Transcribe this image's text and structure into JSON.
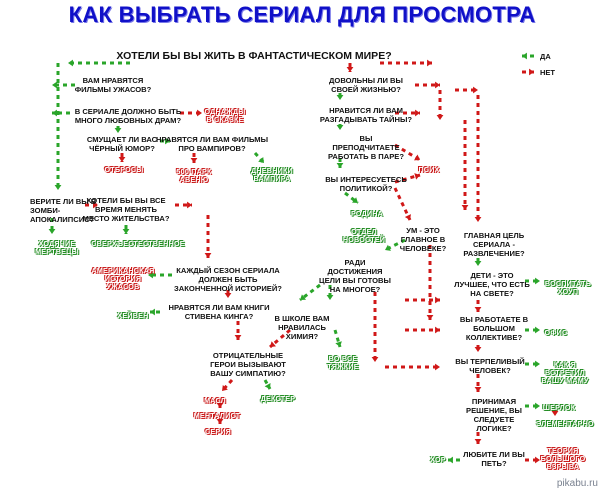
{
  "title": "КАК ВЫБРАТЬ СЕРИАЛ ДЛЯ ПРОСМОТРА",
  "legend": {
    "yes": "ДА",
    "no": "НЕТ",
    "yes_color": "#2aa52a",
    "no_color": "#d01818"
  },
  "questions": {
    "q1": "ХОТЕЛИ БЫ ВЫ ЖИТЬ В ФАНТАСТИЧЕСКОМ МИРЕ?",
    "q2": "ВАМ НРАВЯТСЯ\nФИЛЬМЫ УЖАСОВ?",
    "q3": "В СЕРИАЛЕ ДОЛЖНО БЫТЬ\nМНОГО ЛЮБОВНЫХ ДРАМ?",
    "q4": "СМУЩАЕТ ЛИ ВАС\nЧЁРНЫЙ ЮМОР?",
    "q5": "НРАВЯТСЯ ЛИ ВАМ ФИЛЬМЫ\nПРО ВАМПИРОВ?",
    "q6": "ВЕРИТЕ ЛИ ВЫ В\nЗОМБИ-\nАПОКАЛИПСИС?",
    "q7": "ХОТЕЛИ БЫ ВЫ ВСЕ\nВРЕМЯ МЕНЯТЬ\nМЕСТО ЖИТЕЛЬСТВА?",
    "q8": "КАЖДЫЙ СЕЗОН СЕРИАЛА\nДОЛЖЕН БЫТЬ\nЗАКОНЧЕННОЙ ИСТОРИЕЙ?",
    "q9": "НРАВЯТСЯ ЛИ ВАМ КНИГИ\nСТИВЕНА КИНГА?",
    "q10": "ДОВОЛЬНЫ ЛИ ВЫ\nСВОЕЙ ЖИЗНЬЮ?",
    "q11": "НРАВИТСЯ ЛИ ВАМ\nРАЗГАДЫВАТЬ ТАЙНЫ?",
    "q12": "ВЫ\nПРЕПОДЧИТАЕТЕ\nРАБОТАТЬ В ПАРЕ?",
    "q13": "ВЫ ИНТЕРЕСУЕТЕСЬ\nПОЛИТИКОЙ?",
    "q14": "УМ - ЭТО\nГЛАВНОЕ В\nЧЕЛОВЕКЕ?",
    "q15": "РАДИ\nДОСТИЖЕНИЯ\nЦЕЛИ ВЫ ГОТОВЫ\nНА МНОГОЕ?",
    "q16": "В ШКОЛЕ ВАМ\nНРАВИЛАСЬ\nХИМИЯ?",
    "q17": "ОТРИЦАТЕЛЬНЫЕ\nГЕРОИ ВЫЗЫВАЮТ\nВАШУ СИМПАТИЮ?",
    "q18": "ГЛАВНАЯ ЦЕЛЬ\nСЕРИАЛА -\nРАЗВЛЕЧЕНИЕ?",
    "q19": "ДЕТИ - ЭТО\nЛУЧШЕЕ, ЧТО ЕСТЬ\nНА СВЕТЕ?",
    "q20": "ВЫ РАБОТАЕТЕ В\nБОЛЬШОМ\nКОЛЛЕКТИВЕ?",
    "q21": "ВЫ ТЕРПЕЛИВЫЙ\nЧЕЛОВЕК?",
    "q22": "ПРИНИМАЯ\nРЕШЕНИЕ, ВЫ\nСЛЕДУЕТЕ\nЛОГИКЕ?",
    "q23": "ЛЮБИТЕ ЛИ ВЫ\nПЕТЬ?"
  },
  "answers": {
    "a1": "ОДНАЖДЫ\nВ СКАЗКЕ",
    "a2": "ОТБРОСЫ",
    "a3": "500 ПАРК\nАВЕНЮ",
    "a4": "ДНЕВНИКИ\nВАМПИРА",
    "a5": "ХОДЯЧИЕ\nМЕРТВЕЦЫ",
    "a6": "СВЕРХЪЕСТЕСТВЕННОЕ",
    "a7": "АМЕРИКАНСКАЯ\nИСТОРИЯ\nУЖАСОВ",
    "a8": "ХЕЙВЕН",
    "a9": "РОДИНА",
    "a10": "ОТДЕЛ\nНОВОСТЕЙ",
    "a11": "ПСИХ",
    "a12": "ВО ВСЕ\nТЯЖКИЕ",
    "a13": "ДЕКСТЕР",
    "a14": "МАСЛ",
    "a15": "МЕНТАЛИСТ",
    "a16": "СЕРИЯ",
    "a17": "ВОСПИТАТЬ\nХОУП",
    "a18": "ОФИС",
    "a19": "КАК Я\nВСТРЕТИЛ\nВАШУ МАМУ",
    "a20": "ШЕРЛОК",
    "a21": "ЭЛЕМЕНТАРНО",
    "a22": "ХОР",
    "a23": "ТЕОРИЯ\nБОЛЬШОГО\nВЗРЫВА"
  },
  "watermark": "pikabu.ru"
}
